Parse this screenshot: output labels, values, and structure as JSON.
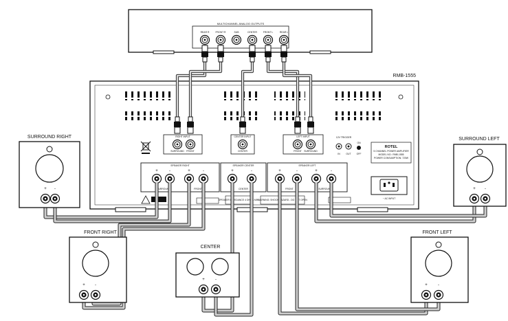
{
  "processor": {
    "title": "MULTICHANNEL ANALOG OUTPUTS",
    "outputs": [
      "REAR R",
      "FRONT R",
      "SUB",
      "CENTER",
      "FRONT L",
      "REAR L"
    ]
  },
  "amplifier": {
    "model": "RMB-1555",
    "brand": "ROTEL",
    "model_line": "5 CHANNEL POWER AMPLIFIER",
    "model_no": "MODEL NO.: RMB-1555",
    "power_line": "POWER CONSUMPTION: 720W",
    "input_groups": {
      "right": {
        "title": "RIGHT INPUT",
        "labels": [
          "SURROUND",
          "FRONT"
        ]
      },
      "center": {
        "title": "CENTER INPUT",
        "labels": [
          "CENTER"
        ]
      },
      "left": {
        "title": "LEFT INPUT",
        "labels": [
          "FRONT",
          "SURROUND"
        ]
      }
    },
    "trigger": {
      "title": "12V TRIGGER",
      "labels": [
        "IN",
        "OUT",
        "ON",
        "OFF"
      ]
    },
    "speaker_groups": {
      "right": {
        "title": "SPEAKER RIGHT",
        "labels": [
          "SURROUND",
          "FRONT"
        ]
      },
      "center": {
        "title": "SPEAKER CENTER",
        "labels": [
          "CENTER"
        ]
      },
      "left": {
        "title": "SPEAKER LEFT",
        "labels": [
          "FRONT",
          "SURROUND"
        ]
      }
    },
    "notices": {
      "center": "SPEAKER IMPEDANCE 4 OHMS MIN",
      "warning": "WARNING: SHOCK HAZARD - DO NOT OPEN",
      "power": "~ AC INPUT"
    },
    "polarity_plus": "+",
    "polarity_minus": "-"
  },
  "speakers": {
    "surround_right": "SURROUND RIGHT",
    "surround_left": "SURROUND LEFT",
    "front_right": "FRONT RIGHT",
    "front_left": "FRONT LEFT",
    "center": "CENTER"
  },
  "terminal_plus": "+",
  "terminal_minus": "-"
}
